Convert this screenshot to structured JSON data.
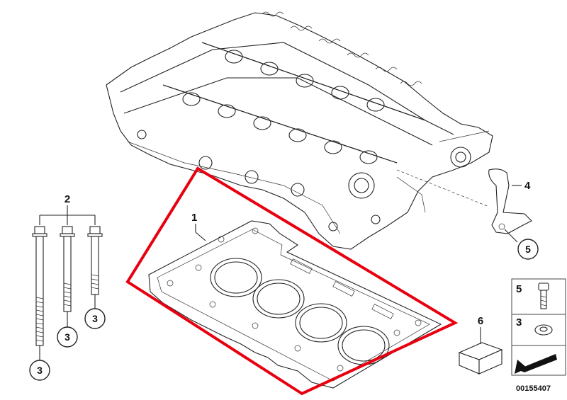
{
  "diagram": {
    "callouts": {
      "gasket": "1",
      "bolts": "2",
      "bracket": "4",
      "sealant": "6",
      "washer_bolt1": "3",
      "washer_bolt2": "3",
      "washer_bolt3": "3",
      "bracket_bolt": "5"
    },
    "legend": {
      "bolt_label": "5",
      "washer_label": "3"
    },
    "diagram_id": "00155407",
    "highlight_color": "#e8000f"
  }
}
